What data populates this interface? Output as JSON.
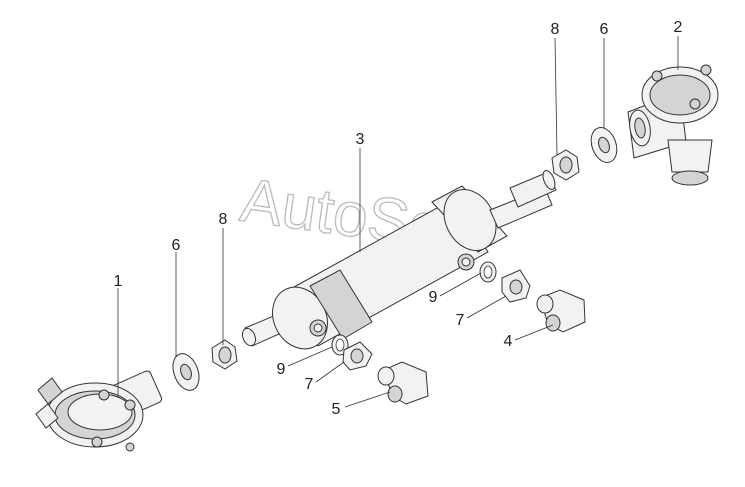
{
  "watermark": "AutoSoft",
  "callouts": [
    {
      "id": "1",
      "text": "1"
    },
    {
      "id": "2",
      "text": "2"
    },
    {
      "id": "3",
      "text": "3"
    },
    {
      "id": "4",
      "text": "4"
    },
    {
      "id": "5",
      "text": "5"
    },
    {
      "id": "6a",
      "text": "6"
    },
    {
      "id": "6b",
      "text": "6"
    },
    {
      "id": "7a",
      "text": "7"
    },
    {
      "id": "7b",
      "text": "7"
    },
    {
      "id": "8a",
      "text": "8"
    },
    {
      "id": "8b",
      "text": "8"
    },
    {
      "id": "9a",
      "text": "9"
    },
    {
      "id": "9b",
      "text": "9"
    }
  ]
}
